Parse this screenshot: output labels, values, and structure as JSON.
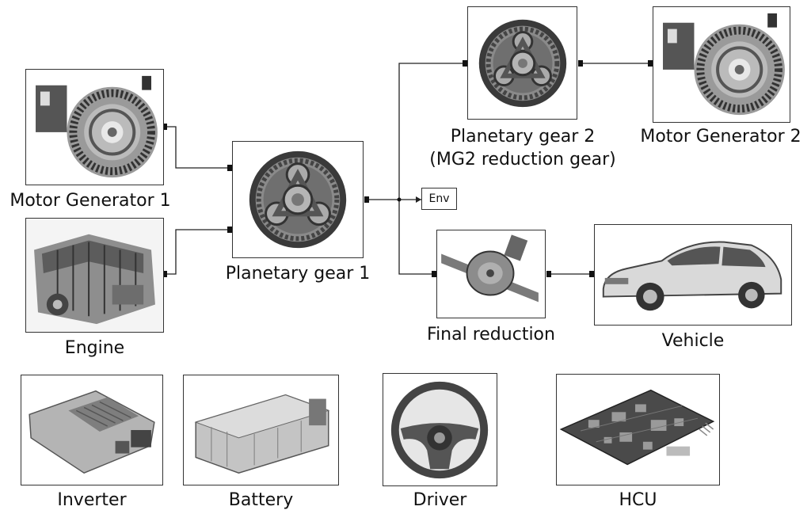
{
  "components": {
    "motor_generator_1": {
      "label": "Motor Generator 1"
    },
    "engine": {
      "label": "Engine"
    },
    "planetary_gear_1": {
      "label": "Planetary gear 1"
    },
    "planetary_gear_2": {
      "label_line1": "Planetary gear 2",
      "label_line2": "(MG2 reduction gear)"
    },
    "motor_generator_2": {
      "label": "Motor Generator 2"
    },
    "env": {
      "label": "Env"
    },
    "final_reduction": {
      "label": "Final reduction"
    },
    "vehicle": {
      "label": "Vehicle"
    },
    "inverter": {
      "label": "Inverter"
    },
    "battery": {
      "label": "Battery"
    },
    "driver": {
      "label": "Driver"
    },
    "hcu": {
      "label": "HCU"
    }
  },
  "icons": {
    "motor_generator_1": "motor-generator-icon",
    "motor_generator_2": "motor-generator-icon",
    "engine": "engine-icon",
    "planetary_gear_1": "planetary-gear-icon",
    "planetary_gear_2": "planetary-gear-icon",
    "final_reduction": "differential-icon",
    "vehicle": "car-icon",
    "inverter": "inverter-icon",
    "battery": "battery-icon",
    "driver": "steering-wheel-icon",
    "hcu": "circuit-board-icon"
  }
}
